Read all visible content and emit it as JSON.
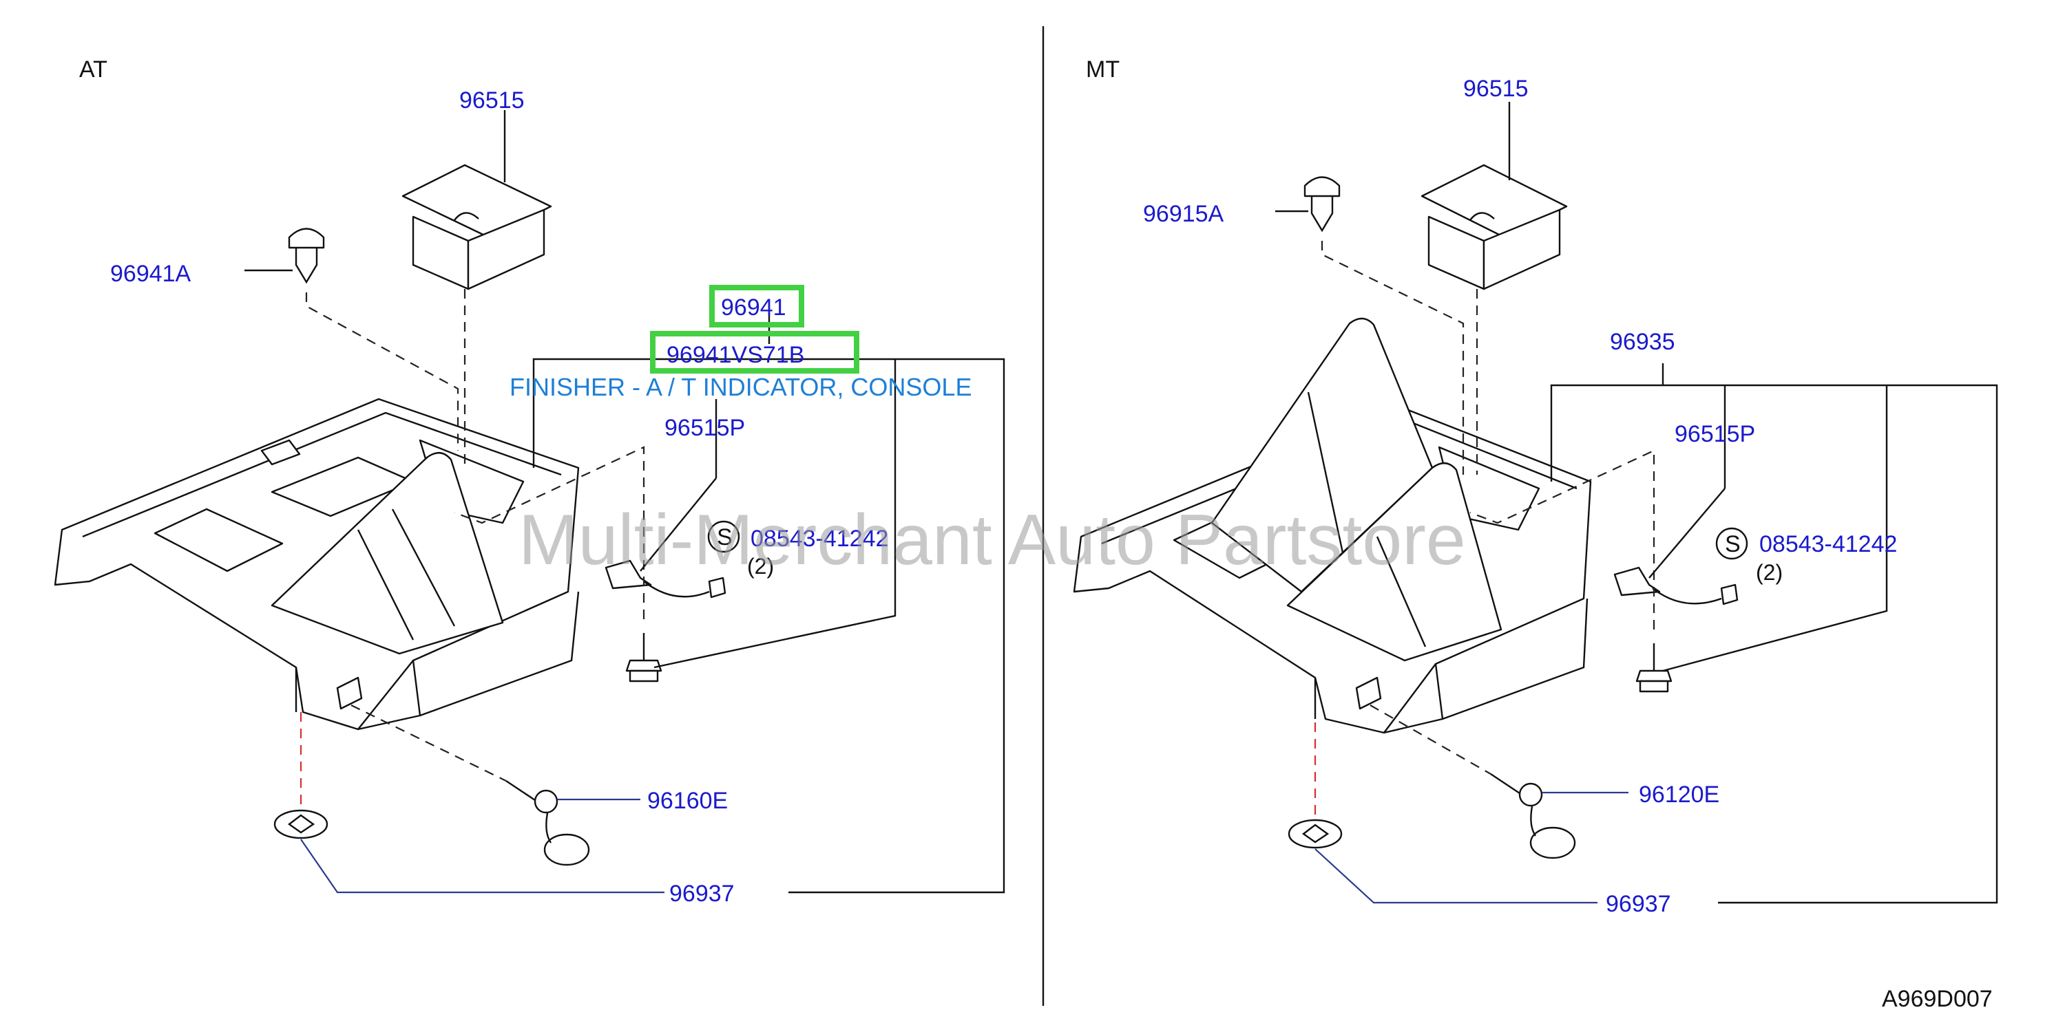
{
  "panels": {
    "left": {
      "label": "AT",
      "parts": {
        "bezel": "96515",
        "clip": "96941A",
        "finisher": "96941",
        "finisher_variant": "96941VS71B",
        "finisher_desc": "FINISHER - A / T INDICATOR, CONSOLE",
        "connector": "96515P",
        "screw_symbol": "S",
        "screw": "08543-41242",
        "screw_qty": "(2)",
        "cap": "96160E",
        "grommet": "96937"
      }
    },
    "right": {
      "label": "MT",
      "parts": {
        "bezel": "96515",
        "clip": "96915A",
        "finisher": "96935",
        "connector": "96515P",
        "screw_symbol": "S",
        "screw": "08543-41242",
        "screw_qty": "(2)",
        "cap": "96120E",
        "grommet": "96937"
      }
    }
  },
  "watermark": "Multi-Merchant Auto Partstore",
  "diagram_ref": "A969D007",
  "colors": {
    "part_number": "#1a1acc",
    "description": "#1e7fd6",
    "highlight": "#43d043",
    "leader": "#2b3a8f",
    "ground_dash": "#d43030"
  }
}
